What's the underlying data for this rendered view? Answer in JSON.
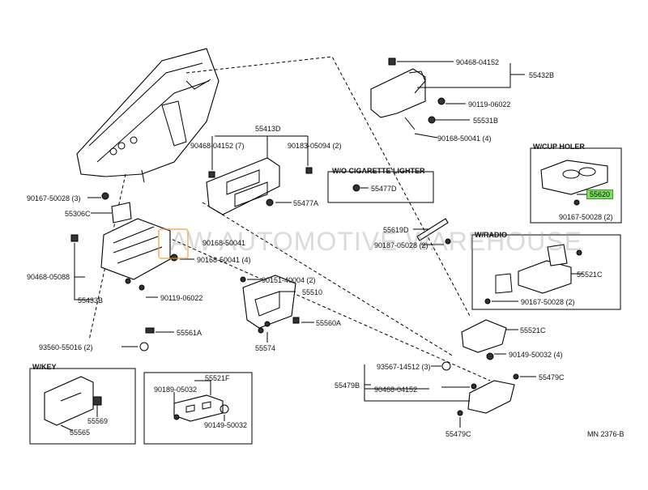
{
  "watermark": "AW AUTOMOTIVE WAREHOUSE",
  "diagram_code": "MN 2376-B",
  "sections": {
    "cup_holder": "W/CUP HOLER",
    "no_lighter": "W/O CIGARETTE LIGHTER",
    "radio": "W/RADIO",
    "key": "W/KEY"
  },
  "highlight_color": "#7dde5a",
  "labels": {
    "l90468_04152_top": "90468-04152",
    "l55432B": "55432B",
    "l90119_06022_top": "90119-06022",
    "l55531B": "55531B",
    "l90168_50041_4_top": "90168-50041 (4)",
    "l55413D": "55413D",
    "l90468_04152_7": "90468-04152 (7)",
    "l90183_05094_2": "90183-05094 (2)",
    "l55477D": "55477D",
    "l55620": "55620",
    "l90167_50028_2_cup": "90167-50028 (2)",
    "l90167_50028_3": "90167-50028 (3)",
    "l55306C": "55306C",
    "l55477A": "55477A",
    "l55619D": "55619D",
    "l90187_05028_2": "90187-05028 (2)",
    "l90168_50041": "90168-50041",
    "l90468_05088": "90468-05088",
    "l90168_50041_4_mid": "90168-50041 (4)",
    "l55521C_top": "55521C",
    "l90167_50028_2_radio": "90167-50028 (2)",
    "l90151_40004_2": "90151-40004 (2)",
    "l55510": "55510",
    "l55433B": "55433B",
    "l90119_06022_mid": "90119-06022",
    "l55560A": "55560A",
    "l55561A": "55561A",
    "l93560_55016_2": "93560-55016 (2)",
    "l55574": "55574",
    "l55521C_mid": "55521C",
    "l90149_50032_4": "90149-50032 (4)",
    "l93567_14512_3": "93567-14512 (3)",
    "l55479B": "55479B",
    "l90468_04152_bot": "90468-04152",
    "l55479C_right": "55479C",
    "l55479C_bot": "55479C",
    "l55521F": "55521F",
    "l90189_05032": "90189-05032",
    "l90149_50032": "90149-50032",
    "l55569": "55569",
    "l55565": "55565"
  }
}
